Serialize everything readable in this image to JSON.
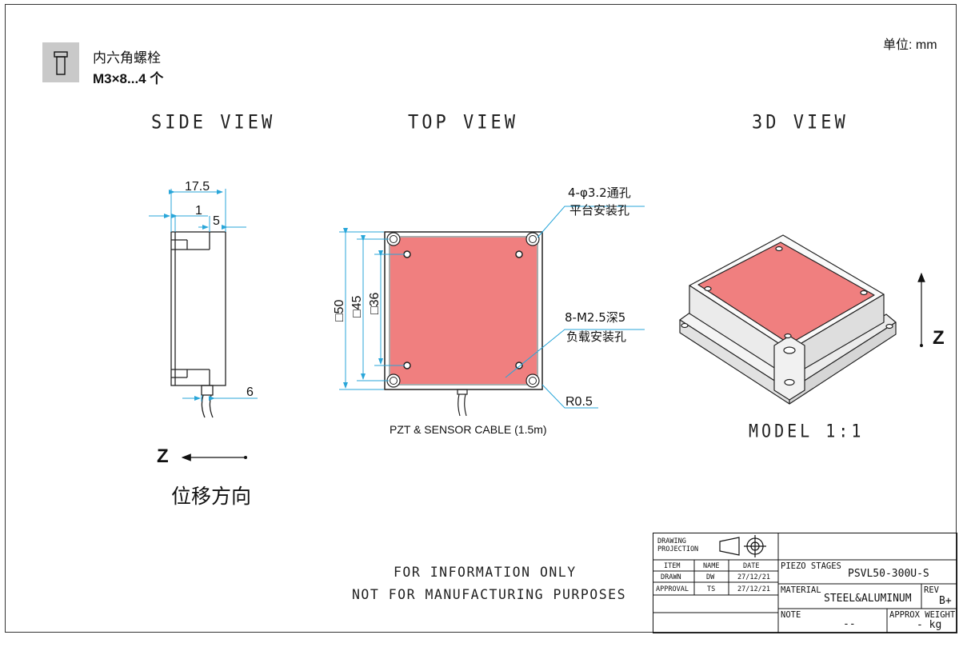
{
  "header": {
    "bolt_name": "内六角螺栓",
    "bolt_qty": "M3×8...4 个",
    "unit": "单位: mm"
  },
  "views": {
    "side": "SIDE VIEW",
    "top": "TOP VIEW",
    "threed": "3D VIEW",
    "model": "MODEL 1:1"
  },
  "side_dims": {
    "width_total": "17.5",
    "d1": "1",
    "d5": "5",
    "d6": "6"
  },
  "top_dims": {
    "d50": "□50",
    "d45": "□45",
    "d36": "□36",
    "hole_spec": "4-φ3.2通孔",
    "hole_desc": "平台安装孔",
    "thread_spec": "8-M2.5深5",
    "thread_desc": "负载安装孔",
    "radius": "R0.5",
    "cable": "PZT & SENSOR CABLE (1.5m)"
  },
  "axes": {
    "z_side": "Z",
    "direction": "位移方向",
    "z_3d": "Z"
  },
  "notes": {
    "line1": "FOR INFORMATION ONLY",
    "line2": "NOT FOR MANUFACTURING PURPOSES"
  },
  "title_block": {
    "projection_label_1": "DRAWING",
    "projection_label_2": "PROJECTION",
    "col_item": "ITEM",
    "col_name": "NAME",
    "col_date": "DATE",
    "drawn": "DRAWN",
    "drawn_name": "DW",
    "drawn_date": "27/12/21",
    "approval": "APPROVAL",
    "approval_name": "TS",
    "approval_date": "27/12/21",
    "product_label": "PIEZO STAGES",
    "product": "PSVL50-300U-S",
    "material_label": "MATERIAL",
    "material": "STEEL&ALUMINUM",
    "rev_label": "REV",
    "rev": "B+",
    "note_label": "NOTE",
    "note": "--",
    "weight_label": "APPROX WEIGHT",
    "weight": "- kg"
  },
  "colors": {
    "platform": "#f07f7f",
    "dimension": "#29a6d9",
    "bolt_box": "#c9c9c9"
  }
}
